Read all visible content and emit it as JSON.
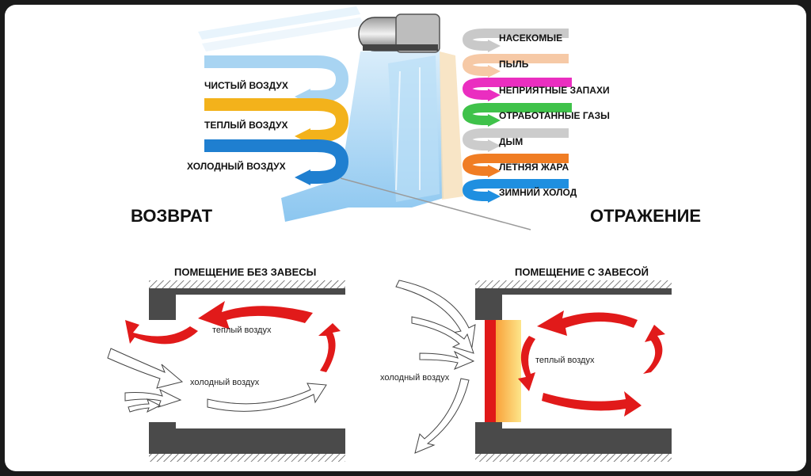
{
  "top": {
    "left_legend": [
      {
        "label": "ЧИСТЫЙ ВОЗДУХ",
        "color": "#a8d4f2"
      },
      {
        "label": "ТЕПЛЫЙ ВОЗДУХ",
        "color": "#f3b21b"
      },
      {
        "label": "ХОЛОДНЫЙ ВОЗДУХ",
        "color": "#1f7fd0"
      }
    ],
    "right_legend": [
      {
        "label": "НАСЕКОМЫЕ",
        "color": "#c9c9c9"
      },
      {
        "label": "ПЫЛЬ",
        "color": "#f6c9a6"
      },
      {
        "label": "НЕПРИЯТНЫЕ ЗАПАХИ",
        "color": "#ea2ec0"
      },
      {
        "label": "ОТРАБОТАННЫЕ ГАЗЫ",
        "color": "#3fc24a"
      },
      {
        "label": "ДЫМ",
        "color": "#cccccc"
      },
      {
        "label": "ЛЕТНЯЯ ЖАРА",
        "color": "#f07d24"
      },
      {
        "label": "ЗИМНИЙ ХОЛОД",
        "color": "#1f8fe0"
      }
    ],
    "return_label": "ВОЗВРАТ",
    "reflection_label": "ОТРАЖЕНИЕ"
  },
  "bottom": {
    "left": {
      "title": "ПОМЕЩЕНИЕ БЕЗ ЗАВЕСЫ",
      "warm_label": "теплый воздух",
      "cold_label": "холодный воздух"
    },
    "right": {
      "title": "ПОМЕЩЕНИЕ С ЗАВЕСОЙ",
      "warm_label": "теплый воздух",
      "cold_label": "холодный воздух"
    }
  },
  "colors": {
    "warm_arrow": "#e11a1a",
    "wall": "#4a4a4a",
    "curtain_red": "#e01818",
    "curtain_yellow": "#f7c028"
  }
}
